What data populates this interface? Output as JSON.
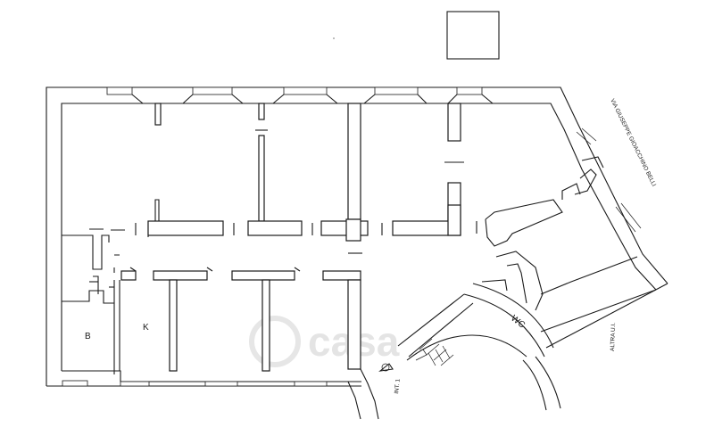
{
  "plan": {
    "rooms": {
      "bath_label": "B",
      "kitchen_label": "K",
      "wc_label": "WC"
    },
    "street_label": "VIA GIUSEPPE GIOACCHINO BELLI",
    "other_unit_label": "ALTRA U.I.",
    "entrance_label": "INT. 1",
    "watermark_text": "casa",
    "colors": {
      "line": "#1a1a1a",
      "background": "#ffffff",
      "watermark": "#cfcfcf"
    }
  }
}
